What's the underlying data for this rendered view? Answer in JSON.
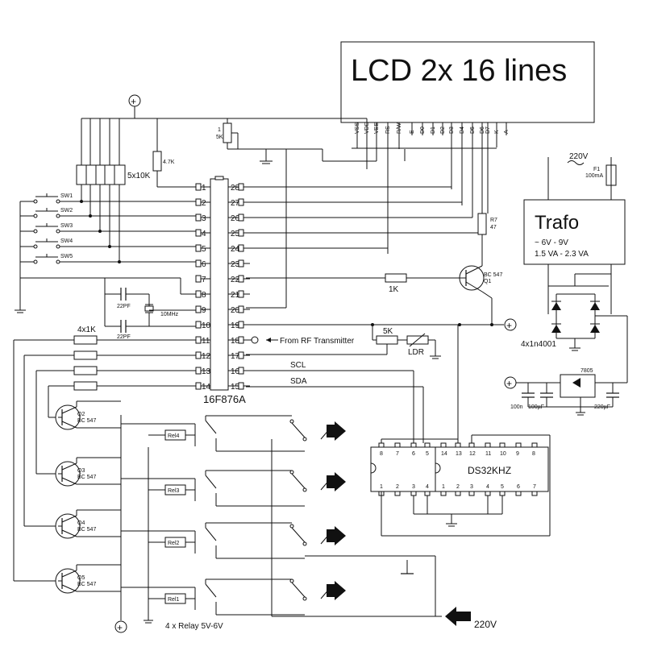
{
  "lcd": {
    "title": "LCD 2x 16 lines",
    "pins": [
      "VSS",
      "VDD",
      "VEE",
      "RS",
      "R/W",
      "E",
      "D0",
      "D1",
      "D2",
      "D3",
      "D4",
      "D5",
      "D6",
      "D7",
      "K",
      "A"
    ]
  },
  "mcu": {
    "name": "16F876A",
    "left_pins": [
      "1",
      "2",
      "3",
      "4",
      "5",
      "6",
      "7",
      "8",
      "9",
      "10",
      "11",
      "12",
      "13",
      "14"
    ],
    "right_pins": [
      "28",
      "27",
      "26",
      "25",
      "24",
      "23",
      "22",
      "21",
      "20",
      "19",
      "18",
      "17",
      "16",
      "15"
    ]
  },
  "rtc": {
    "name": "DS32KHZ",
    "top_left_pins": [
      "8",
      "7",
      "6",
      "5"
    ],
    "bottom_left_pins": [
      "1",
      "2",
      "3",
      "4"
    ],
    "top_right_pins": [
      "14",
      "13",
      "12",
      "11",
      "10",
      "9",
      "8"
    ],
    "bottom_right_pins": [
      "1",
      "2",
      "3",
      "4",
      "5",
      "6",
      "7"
    ]
  },
  "labels": {
    "resnet": "5x10K",
    "r_47k": "4.7K",
    "pot_1k": "1",
    "pot_5k_lcd": "5K",
    "r7": "R7",
    "r7_val": "47",
    "q1": "Q1",
    "q1_type": "BC 547",
    "r_1k": "1K",
    "c22_1": "22PF",
    "c22_2": "22PF",
    "xtal": "10MHz",
    "res_4x1k": "4x1K",
    "rf": "From RF Transmitter",
    "pot_5k": "5K",
    "ldr": "LDR",
    "scl": "SCL",
    "sda": "SDA",
    "v220_top": "220V",
    "fuse": "F1",
    "fuse_val": "100mA",
    "trafo": "Trafo",
    "trafo_v": "~ 6V - 9V",
    "trafo_va": "1.5 VA - 2.3 VA",
    "bridge": "4x1n4001",
    "reg": "7805",
    "c100n": "100n",
    "c100u": "100µF",
    "c220u": "220µF",
    "relays_label": "4 x Relay 5V-6V",
    "v220_bottom": "220V"
  },
  "switches": [
    "SW1",
    "SW2",
    "SW3",
    "SW4",
    "SW5"
  ],
  "transistors": [
    {
      "name": "Q2",
      "type": "BC 547"
    },
    {
      "name": "Q3",
      "type": "BC 547"
    },
    {
      "name": "Q4",
      "type": "BC 547"
    },
    {
      "name": "Q5",
      "type": "BC 547"
    }
  ],
  "relays": [
    "Rel4",
    "Rel3",
    "Rel2",
    "Rel1"
  ],
  "plus_symbol": "+"
}
